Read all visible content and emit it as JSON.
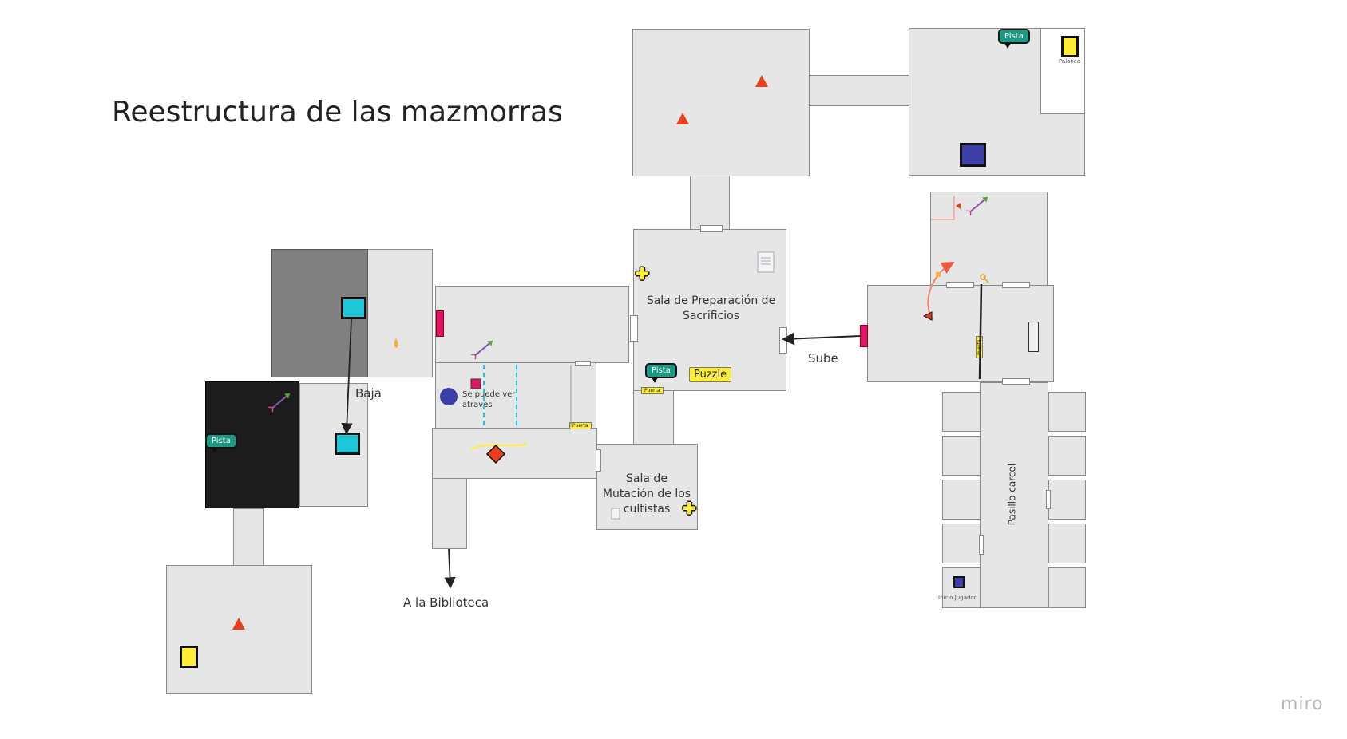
{
  "title": "Reestructura de las mazmorras",
  "labels": {
    "baja": "Baja",
    "sube": "Sube",
    "biblioteca": "A la Biblioteca",
    "sala_preparacion": "Sala de Preparación de Sacrificios",
    "sala_mutacion": "Sala de Mutación de los cultistas",
    "pasillo": "Pasillo carcel",
    "se_puede_ver": "Se puede ver atraves",
    "palanca": "Palanca",
    "inicio": "Inicio Jugador",
    "puzzle": "Puzzle",
    "puerta": "Puerta",
    "pista": "Pista"
  },
  "brand": "miro",
  "colors": {
    "room": "#e6e6e6",
    "cyan": "#1ec8d8",
    "yellow": "#ffee33",
    "blue": "#3c3fa8",
    "teal": "#1a9a82",
    "red": "#e8401c",
    "pink": "#e0156a"
  }
}
